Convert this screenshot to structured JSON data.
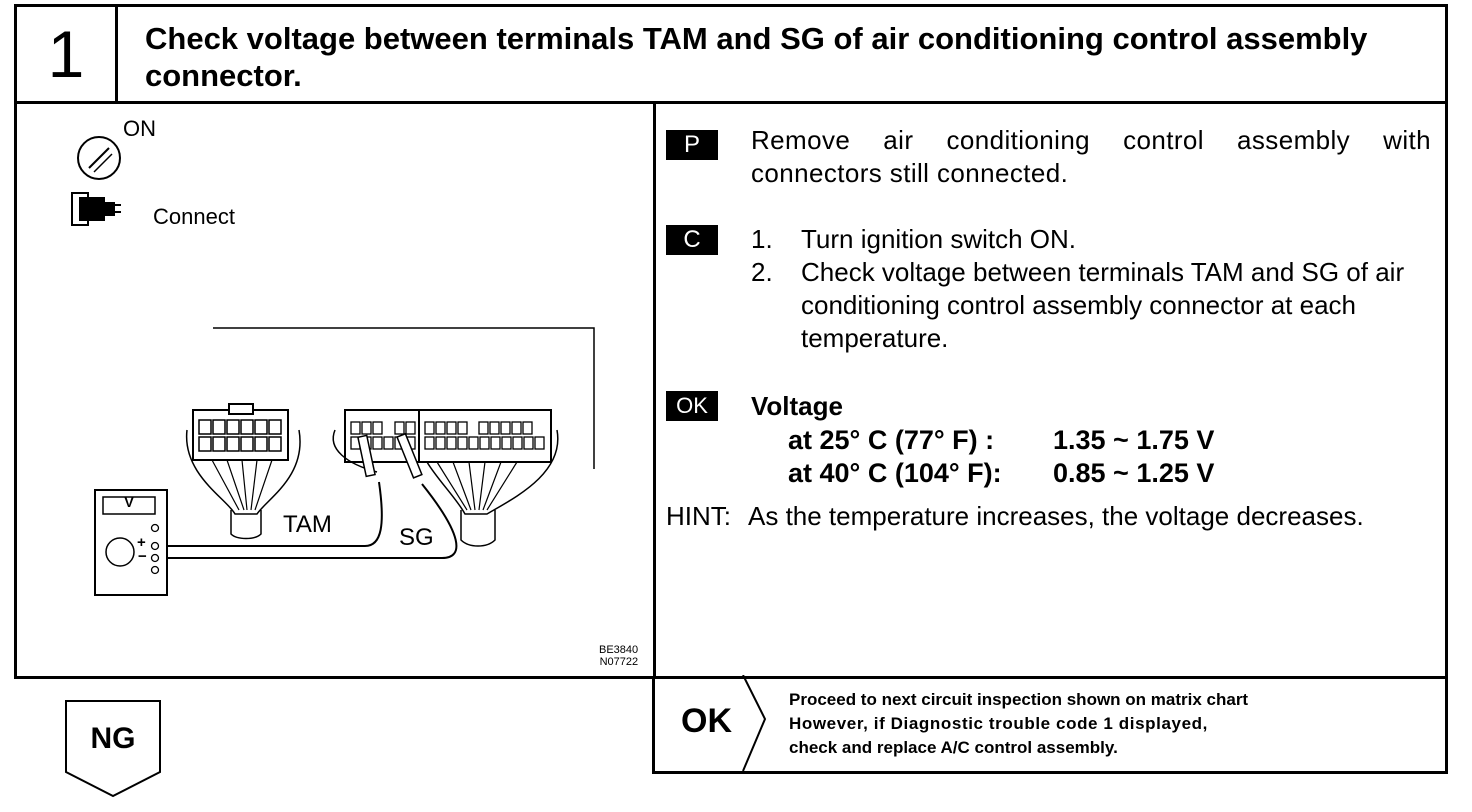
{
  "step": {
    "number": "1",
    "title": "Check voltage between terminals TAM and SG of air conditioning control assembly connector."
  },
  "figure": {
    "ignition_label": "ON",
    "connect_label": "Connect",
    "meter_label": "V",
    "plus": "+",
    "minus": "−",
    "tam_label": "TAM",
    "sg_label": "SG",
    "ref_code_1": "BE3840",
    "ref_code_2": "N07722"
  },
  "procedure": {
    "p_tag": "P",
    "p_text": "Remove air conditioning control assembly with connectors still connected.",
    "c_tag": "C",
    "c_steps": [
      {
        "num": "1.",
        "text": "Turn ignition switch ON."
      },
      {
        "num": "2.",
        "text": "Check voltage between terminals TAM and SG of air conditioning control assembly connector at each temperature."
      }
    ],
    "ok_tag": "OK",
    "voltage_heading": "Voltage",
    "spec_rows": [
      {
        "condition": "at 25° C (77° F)  :",
        "value": "1.35 ~ 1.75 V"
      },
      {
        "condition": "at 40° C (104° F):",
        "value": "0.85 ~ 1.25 V"
      }
    ],
    "hint_label": "HINT:",
    "hint_text": "As the temperature increases, the voltage decreases."
  },
  "result_ok": {
    "label": "OK",
    "lines": [
      "Proceed to next circuit inspection shown on matrix chart",
      "However, if Diagnostic trouble code 1 displayed,",
      "check and replace A/C control assembly."
    ]
  },
  "result_ng": {
    "label": "NG"
  }
}
